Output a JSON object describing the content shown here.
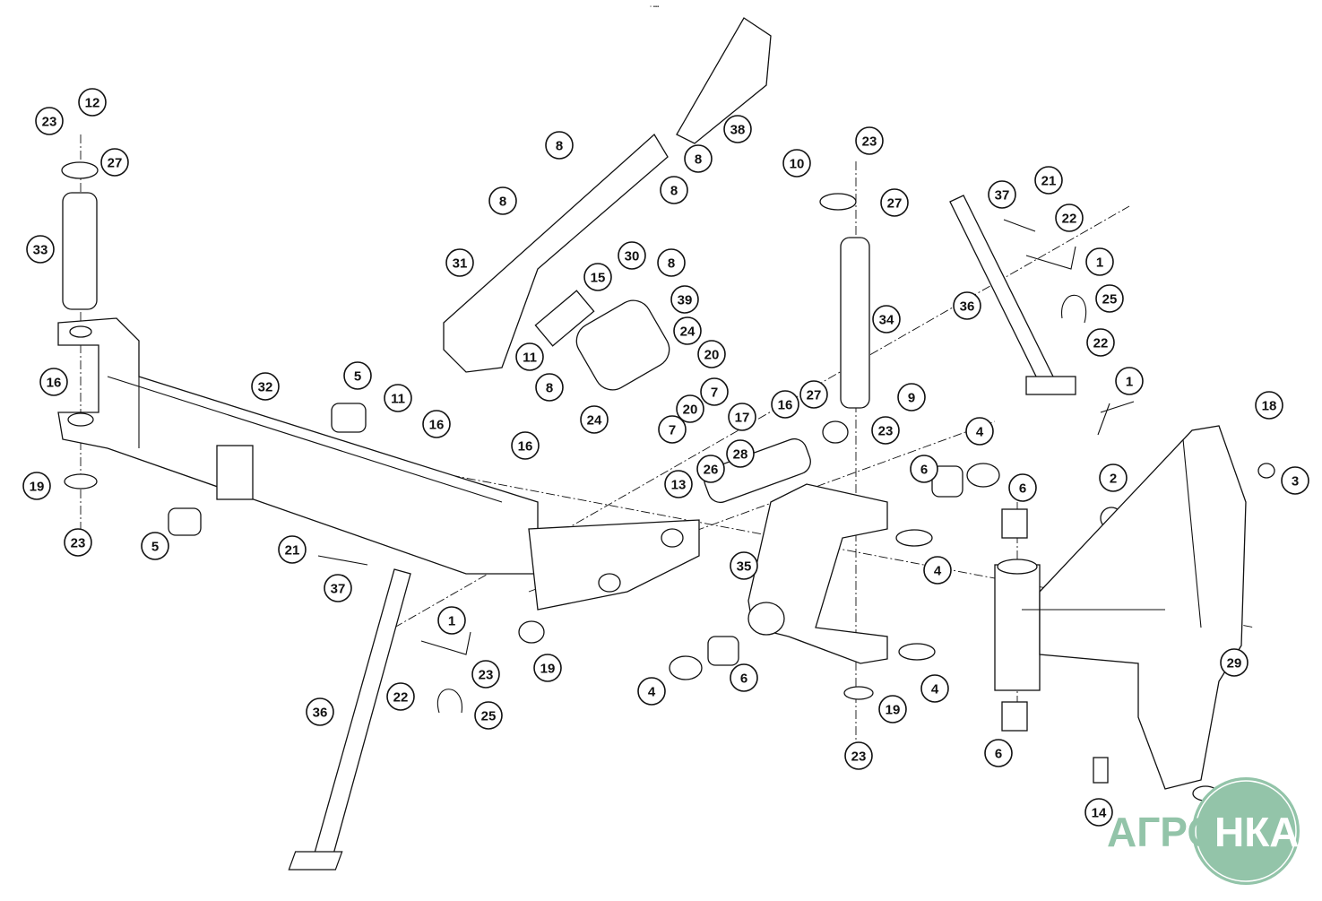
{
  "diagram": {
    "top_mark": "▫ ▪▪▪",
    "callouts": [
      "12",
      "23",
      "27",
      "33",
      "16",
      "32",
      "5",
      "19",
      "23",
      "5",
      "8",
      "38",
      "8",
      "8",
      "8",
      "31",
      "15",
      "30",
      "8",
      "39",
      "11",
      "8",
      "11",
      "24",
      "20",
      "7",
      "24",
      "20",
      "7",
      "17",
      "16",
      "16",
      "26",
      "28",
      "13",
      "10",
      "23",
      "27",
      "34",
      "16",
      "27",
      "9",
      "23",
      "37",
      "21",
      "22",
      "1",
      "36",
      "25",
      "22",
      "1",
      "18",
      "3",
      "2",
      "4",
      "6",
      "6",
      "4",
      "29",
      "6",
      "14",
      "35",
      "4",
      "6",
      "4",
      "19",
      "23",
      "21",
      "37",
      "1",
      "23",
      "19",
      "22",
      "25",
      "36"
    ],
    "logo": {
      "text_left": "АГРО",
      "text_right": "НКА",
      "color": "#93c4a9"
    }
  }
}
